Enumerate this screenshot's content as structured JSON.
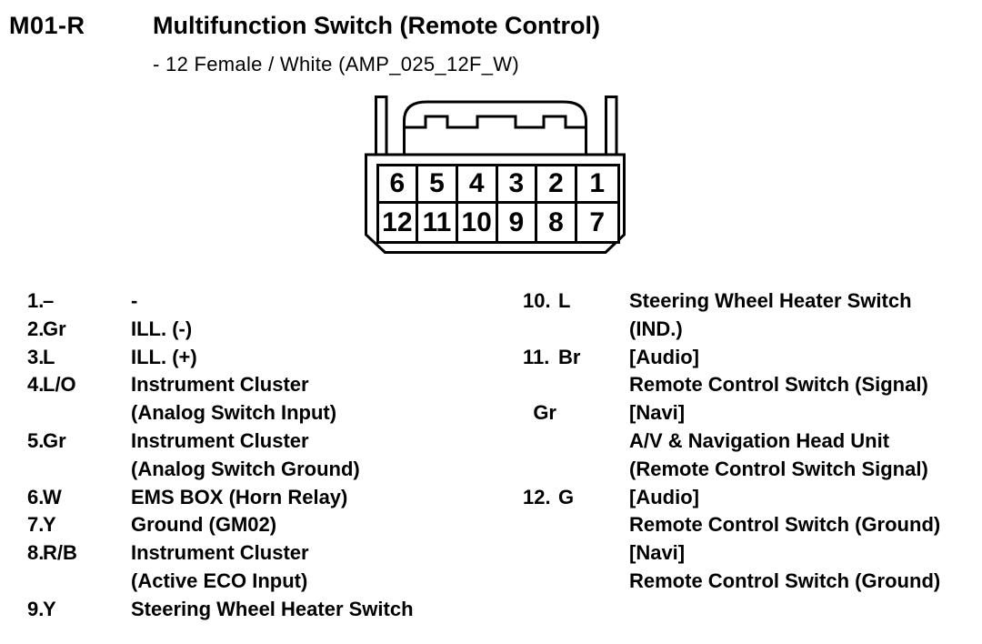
{
  "header": {
    "code": "M01-R",
    "title": "Multifunction Switch (Remote Control)",
    "subtitle": "- 12 Female / White (AMP_025_12F_W)"
  },
  "connector_diagram": {
    "description": "12-pin female connector, front view",
    "pin_rows": [
      [
        "6",
        "5",
        "4",
        "3",
        "2",
        "1"
      ],
      [
        "12",
        "11",
        "10",
        "9",
        "8",
        "7"
      ]
    ]
  },
  "pins": {
    "left": [
      {
        "num": "1.",
        "color": "–",
        "desc": [
          "-"
        ]
      },
      {
        "num": "2.",
        "color": "Gr",
        "desc": [
          "ILL. (-)"
        ]
      },
      {
        "num": "3.",
        "color": "L",
        "desc": [
          "ILL. (+)"
        ]
      },
      {
        "num": "4.",
        "color": "L/O",
        "desc": [
          "Instrument Cluster",
          "(Analog Switch Input)"
        ]
      },
      {
        "num": "5.",
        "color": "Gr",
        "desc": [
          "Instrument Cluster",
          "(Analog Switch Ground)"
        ]
      },
      {
        "num": "6.",
        "color": "W",
        "desc": [
          "EMS BOX (Horn Relay)"
        ]
      },
      {
        "num": "7.",
        "color": "Y",
        "desc": [
          "Ground (GM02)"
        ]
      },
      {
        "num": "8.",
        "color": "R/B",
        "desc": [
          "Instrument Cluster",
          "(Active ECO Input)"
        ]
      },
      {
        "num": "9.",
        "color": "Y",
        "desc": [
          "Steering Wheel Heater Switch"
        ]
      }
    ],
    "right": [
      {
        "num": "10.",
        "color": "L",
        "desc": [
          "Steering Wheel Heater Switch",
          "(IND.)"
        ]
      },
      {
        "num": "11.",
        "color": "Br",
        "desc": [
          "[Audio]",
          "Remote Control Switch (Signal)"
        ]
      },
      {
        "num": "",
        "color": "Gr",
        "desc": [
          "[Navi]",
          "A/V & Navigation Head Unit",
          "(Remote Control Switch Signal)"
        ]
      },
      {
        "num": "12.",
        "color": "G",
        "desc": [
          "[Audio]",
          "Remote Control Switch (Ground)",
          "[Navi]",
          "Remote Control Switch (Ground)"
        ]
      }
    ]
  }
}
